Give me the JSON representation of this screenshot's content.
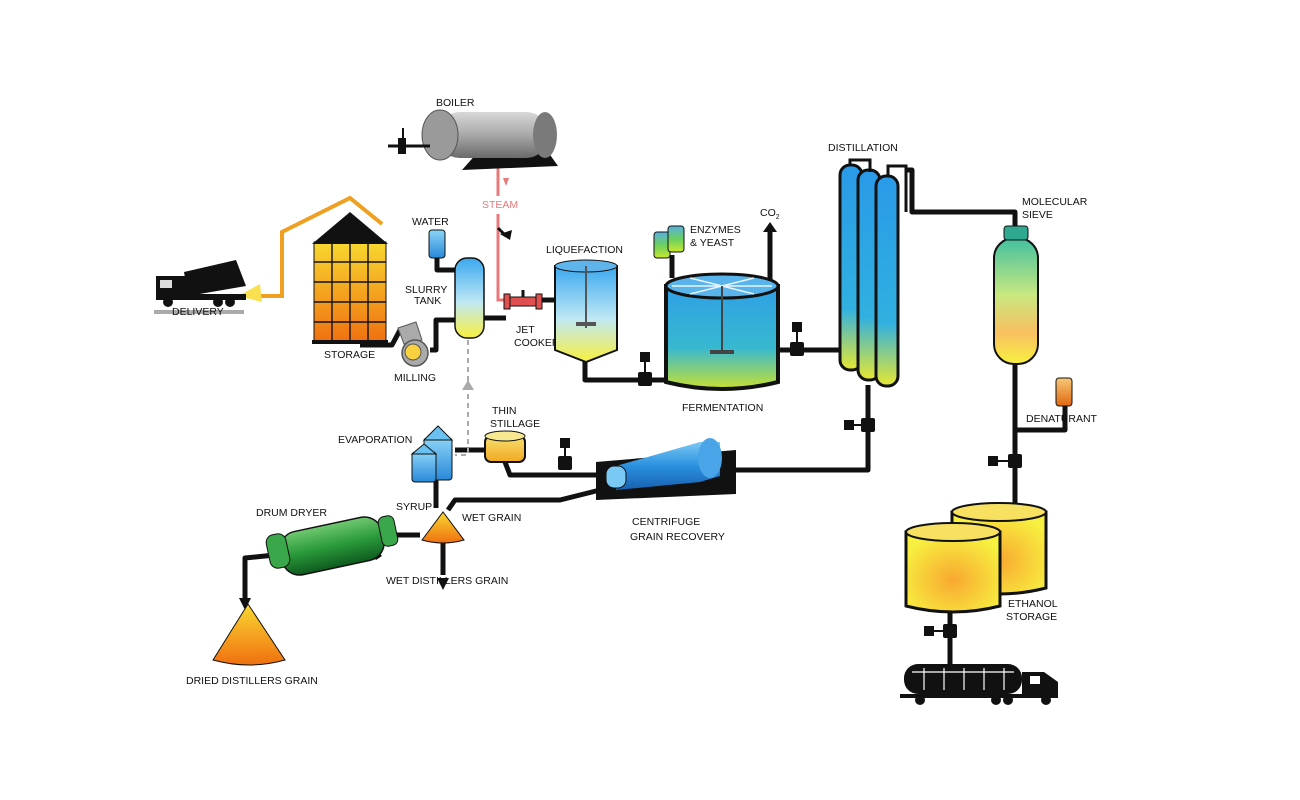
{
  "labels": {
    "boiler": "BOILER",
    "steam": "STEAM",
    "delivery": "DELIVERY",
    "storage": "STORAGE",
    "water": "WATER",
    "slurry_tank_1": "SLURRY",
    "slurry_tank_2": "TANK",
    "milling": "MILLING",
    "jet_cooker_1": "JET",
    "jet_cooker_2": "COOKER",
    "liquefaction": "LIQUEFACTION",
    "enzymes_yeast_1": "ENZYMES",
    "enzymes_yeast_2": "& YEAST",
    "co2_main": "CO",
    "co2_sub": "2",
    "fermentation": "FERMENTATION",
    "distillation": "DISTILLATION",
    "molecular_sieve_1": "MOLECULAR",
    "molecular_sieve_2": "SIEVE",
    "denaturant": "DENATURANT",
    "thin_stillage_1": "THIN",
    "thin_stillage_2": "STILLAGE",
    "evaporation": "EVAPORATION",
    "syrup": "SYRUP",
    "wet_grain": "WET GRAIN",
    "centrifuge_1": "CENTRIFUGE",
    "centrifuge_2": "GRAIN RECOVERY",
    "drum_dryer": "DRUM DRYER",
    "wet_distillers_grain": "WET DISTILLERS GRAIN",
    "dried_distillers_grain": "DRIED DISTILLERS GRAIN",
    "ethanol_storage_1": "ETHANOL",
    "ethanol_storage_2": "STORAGE"
  },
  "colors": {
    "pipe": "#111111",
    "steam_line": "#e8787a",
    "recycle_line": "#aaaaaa",
    "delivery_chute": "#f0a020",
    "vessel_blue": "#2aa8e8",
    "vessel_yellow": "#f8e840",
    "grain_orange": "#f07820",
    "dryer_green": "#2a9a3a"
  }
}
